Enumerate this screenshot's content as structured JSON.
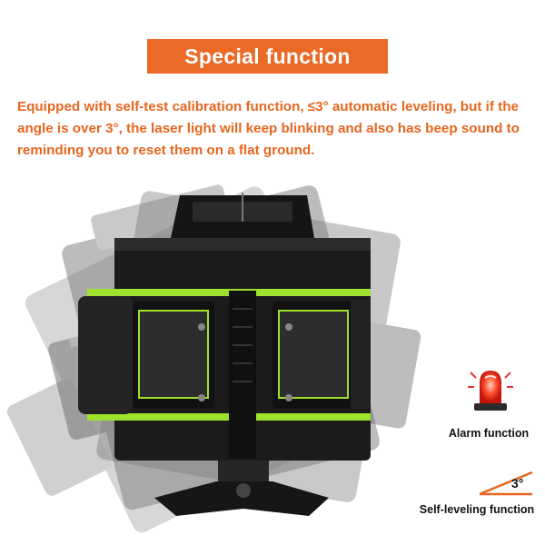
{
  "header": {
    "title": "Special function"
  },
  "description": "Equipped with self-test calibration function, ≤3° automatic leveling, but if the angle is over 3°, the laser light will keep blinking and also has beep sound to reminding you to reset them on a flat ground.",
  "features": {
    "alarm": {
      "label": "Alarm function",
      "icon": "alarm-beacon-icon"
    },
    "self_leveling": {
      "label": "Self-leveling function",
      "angle": "3°",
      "icon": "angle-icon"
    }
  },
  "colors": {
    "accent": "#ea6a26",
    "laser_green": "#9ee22b",
    "body_black": "#1b1b1b"
  }
}
